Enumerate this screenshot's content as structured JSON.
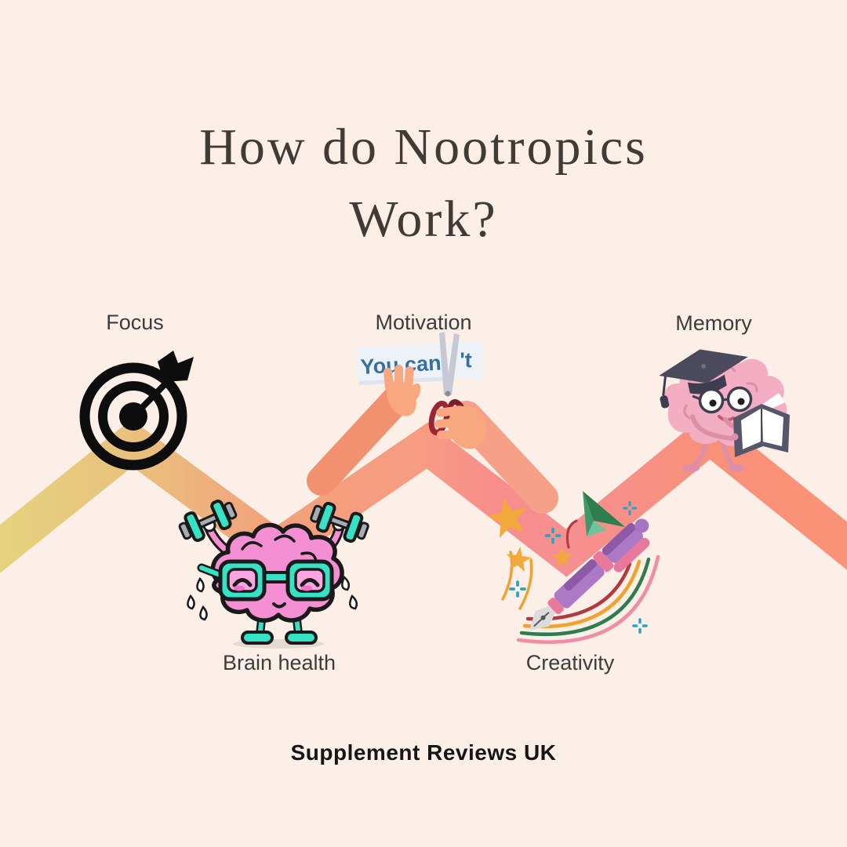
{
  "title": {
    "line1": "How do Nootropics",
    "line2": "Work?"
  },
  "sections": [
    {
      "id": "focus",
      "label": "Focus",
      "position": "peak",
      "icon": "target-arrow-icon"
    },
    {
      "id": "brain-health",
      "label": "Brain health",
      "position": "valley",
      "icon": "brain-lifting-dumbbells-icon"
    },
    {
      "id": "motivation",
      "label": "Motivation",
      "position": "peak",
      "icon": "hands-scissors-cutting-paper-icon",
      "paper_text_left": "You can",
      "paper_text_right": "'t"
    },
    {
      "id": "creativity",
      "label": "Creativity",
      "position": "valley",
      "icon": "fountain-pen-paper-plane-icon"
    },
    {
      "id": "memory",
      "label": "Memory",
      "position": "peak",
      "icon": "graduate-brain-reading-book-icon"
    }
  ],
  "footer": {
    "brand": "Supplement Reviews UK"
  },
  "colors": {
    "background": "#FCEFE8",
    "title_text": "#403B37",
    "label_text": "#3C3C3C",
    "footer_text": "#161616",
    "band_yellow": "#E4D57E",
    "band_gold": "#E9C17D",
    "band_orange": "#F2A17B",
    "band_salmon": "#F79B82",
    "band_pink": "#F78E8C",
    "band_rose": "#F58F91",
    "band_coral": "#F99078",
    "band_coral_end": "#FA9378",
    "target_black": "#0D0D0D",
    "outline_black": "#1A1A1A",
    "brain_pink": "#F48FD4",
    "brain_pink_light": "#F9A6E3",
    "brain_blush": "#EE74C6",
    "teal": "#35E2C6",
    "metal_gray": "#A8ADB5",
    "shadow_gray": "#E5DAD2",
    "sweat_white": "#FFFFFF",
    "skin": "#F2916F",
    "skin_light": "#F8A77F",
    "skin_mid": "#F6A088",
    "paper_white": "#EDF2F8",
    "paper_shadow": "#DCE5EE",
    "paper_text_blue": "#35719F",
    "blade_gray": "#C6C8D4",
    "blade_dark": "#8A8C9A",
    "handle_red": "#9B2532",
    "handle_red_dark": "#7E1E2A",
    "memory_pink": "#F3AEC4",
    "memory_pink_dark": "#DE8FA8",
    "slate": "#4A4A5C",
    "slate_dark": "#3E3E50",
    "slate_light": "#6E6E82",
    "book_slate": "#56566A",
    "page_white": "#FFFFFF",
    "pupil_black": "#1E1E1E",
    "mouth_red": "#C75A6E",
    "pen_purple": "#AC79C6",
    "pen_purple_dark": "#8E5AA8",
    "pen_pink": "#E8799C",
    "pen_cap_tip": "#A875C2",
    "nib_gray": "#DCDCDC",
    "nib_dark": "#555560",
    "plane_green_dark": "#2E7D4F",
    "plane_green_mid": "#3E9968",
    "plane_green_light": "#6CC49A",
    "star_gold": "#F2A93B",
    "sparkle_teal": "#2BA3C4",
    "arc_red": "#B03A3E",
    "arc_gold": "#EFA22F",
    "arc_green": "#2E7D4F",
    "arc_pink": "#F08CA5"
  }
}
